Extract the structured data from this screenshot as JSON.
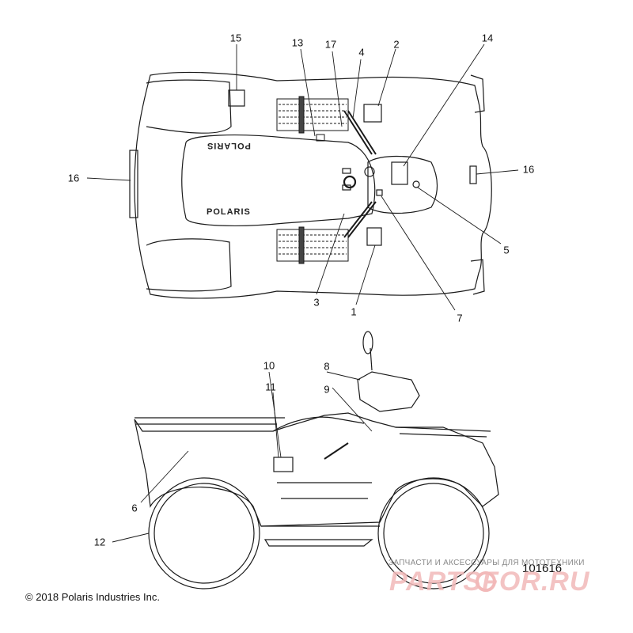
{
  "callouts": [
    "15",
    "13",
    "17",
    "4",
    "2",
    "14",
    "16",
    "16",
    "5",
    "7",
    "1",
    "3",
    "10",
    "8",
    "11",
    "9",
    "6",
    "12"
  ],
  "decal_text": [
    "POLARIS",
    "POLARIS"
  ],
  "diagram_id": "101616",
  "copyright": "© 2018 Polaris Industries Inc.",
  "watermark": {
    "tagline": "ЗАПЧАСТИ И АКСЕССУАРЫ ДЛЯ МОТОТЕХНИКИ",
    "logo": "PARTSFOR.RU"
  },
  "colors": {
    "line": "#1a1a1a",
    "watermark": "#f2b9b9",
    "background": "#ffffff"
  }
}
